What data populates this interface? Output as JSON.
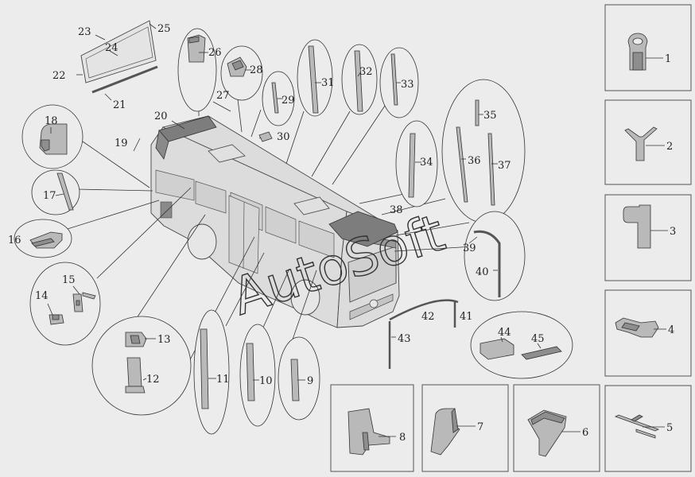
{
  "watermark": "AutoSoft",
  "callouts": {
    "c1": "1",
    "c2": "2",
    "c3": "3",
    "c4": "4",
    "c5": "5",
    "c6": "6",
    "c7": "7",
    "c8": "8",
    "c9": "9",
    "c10": "10",
    "c11": "11",
    "c12": "12",
    "c13": "13",
    "c14": "14",
    "c15": "15",
    "c16": "16",
    "c17": "17",
    "c18": "18",
    "c19": "19",
    "c20": "20",
    "c21": "21",
    "c22": "22",
    "c23": "23",
    "c24": "24",
    "c25": "25",
    "c26": "26",
    "c27": "27",
    "c28": "28",
    "c29": "29",
    "c30": "30",
    "c31": "31",
    "c32": "32",
    "c33": "33",
    "c34": "34",
    "c35": "35",
    "c36": "36",
    "c37": "37",
    "c38": "38",
    "c39": "39",
    "c40": "40",
    "c41": "41",
    "c42": "42",
    "c43": "43",
    "c44": "44",
    "c45": "45"
  }
}
